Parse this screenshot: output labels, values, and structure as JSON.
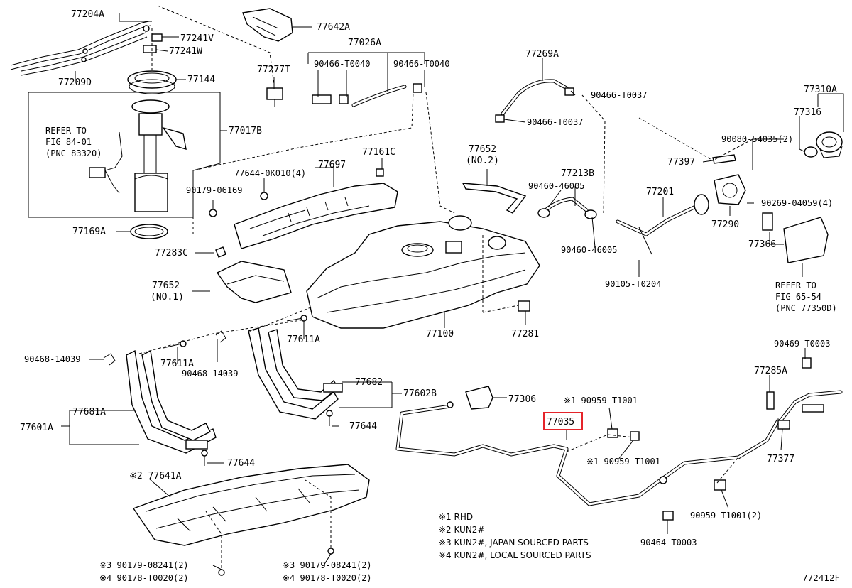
{
  "diagram": {
    "figure_number": "772412F",
    "highlighted_part": "77035",
    "parts": {
      "p77204A": "77204A",
      "p77241V": "77241V",
      "p77241W": "77241W",
      "p77209D": "77209D",
      "p77144": "77144",
      "p77017B": "77017B",
      "p77169A": "77169A",
      "p77642A": "77642A",
      "p77026A": "77026A",
      "p77277T": "77277T",
      "p90466_T0040a": "90466-T0040",
      "p90466_T0040b": "90466-T0040",
      "p77269A": "77269A",
      "p90466_T0037a": "90466-T0037",
      "p90466_T0037b": "90466-T0037",
      "p77310A": "77310A",
      "p77316": "77316",
      "p90080_54035": "90080-54035(2)",
      "p77397": "77397",
      "p90269_04059": "90269-04059(4)",
      "p77290": "77290",
      "p77366": "77366",
      "p77697": "77697",
      "p77161C": "77161C",
      "p77644_0K010": "77644-0K010(4)",
      "p90179_06169": "90179-06169",
      "p77652_no2": "77652",
      "p77652_no2_sub": "(NO.2)",
      "p90460_46005a": "90460-46005",
      "p90460_46005b": "90460-46005",
      "p77213B": "77213B",
      "p77201": "77201",
      "p90105_T0204": "90105-T0204",
      "p77283C": "77283C",
      "p77652_no1": "77652",
      "p77652_no1_sub": "(NO.1)",
      "p77100": "77100",
      "p77281": "77281",
      "p90468_14039a": "90468-14039",
      "p90468_14039b": "90468-14039",
      "p77611Aa": "77611A",
      "p77611Ab": "77611A",
      "p77681A": "77681A",
      "p77601A": "77601A",
      "p77644a": "77644",
      "p77644b": "77644",
      "p77682": "77682",
      "p77602B": "77602B",
      "p77306": "77306",
      "p90959_T1001a": "※1 90959-T1001",
      "p90959_T1001b": "※1 90959-T1001",
      "p90959_T1001c": "90959-T1001(2)",
      "p77035": "77035",
      "p90469_T0003": "90469-T0003",
      "p77285A": "77285A",
      "p77377": "77377",
      "p90464_T0003": "90464-T0003",
      "p77641A": "※2 77641A",
      "p90179_08241a": "※3  90179-08241(2)",
      "p90178_T0020a": "※4  90178-T0020(2)",
      "p90179_08241b": "※3 90179-08241(2)",
      "p90178_T0020b": "※4 90178-T0020(2)"
    },
    "refer_notes": {
      "fig84_line1": "REFER TO",
      "fig84_line2": "FIG 84-01",
      "fig84_line3": "(PNC 83320)",
      "fig65_line1": "REFER TO",
      "fig65_line2": "FIG 65-54",
      "fig65_line3": "(PNC 77350D)"
    },
    "legend": [
      "※1 RHD",
      "※2 KUN2#",
      "※3 KUN2#, JAPAN SOURCED PARTS",
      "※4 KUN2#, LOCAL SOURCED PARTS"
    ],
    "colors": {
      "line": "#000000",
      "highlight": "#e5242a",
      "background": "#ffffff"
    }
  }
}
